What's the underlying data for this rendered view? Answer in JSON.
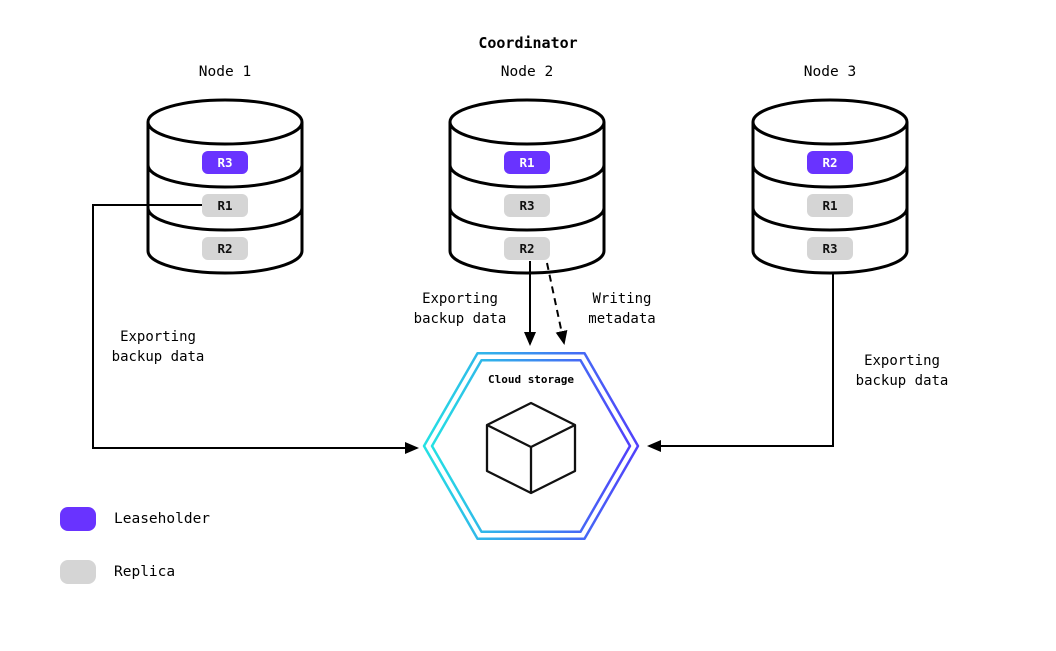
{
  "title": "Coordinator",
  "nodes": [
    {
      "label": "Node 1",
      "replicas": [
        {
          "label": "R3",
          "role": "leaseholder"
        },
        {
          "label": "R1",
          "role": "replica"
        },
        {
          "label": "R2",
          "role": "replica"
        }
      ]
    },
    {
      "label": "Node 2",
      "replicas": [
        {
          "label": "R1",
          "role": "leaseholder"
        },
        {
          "label": "R3",
          "role": "replica"
        },
        {
          "label": "R2",
          "role": "replica"
        }
      ]
    },
    {
      "label": "Node 3",
      "replicas": [
        {
          "label": "R2",
          "role": "leaseholder"
        },
        {
          "label": "R1",
          "role": "replica"
        },
        {
          "label": "R3",
          "role": "replica"
        }
      ]
    }
  ],
  "cloud": {
    "label": "Cloud storage"
  },
  "edges": [
    {
      "from": "Node 1",
      "to": "Cloud storage",
      "label": "Exporting backup data",
      "style": "solid"
    },
    {
      "from": "Node 2",
      "to": "Cloud storage",
      "label": "Exporting backup data",
      "style": "solid"
    },
    {
      "from": "Node 2",
      "to": "Cloud storage",
      "label": "Writing metadata",
      "style": "dashed"
    },
    {
      "from": "Node 3",
      "to": "Cloud storage",
      "label": "Exporting backup data",
      "style": "solid"
    }
  ],
  "legend": [
    {
      "label": "Leaseholder",
      "swatch": "leaseholder"
    },
    {
      "label": "Replica",
      "swatch": "replica"
    }
  ],
  "colors": {
    "leaseholder": "#6933ff",
    "replica": "#d5d5d5",
    "hexStart": "#24e1e3",
    "hexEnd": "#5140fb"
  }
}
